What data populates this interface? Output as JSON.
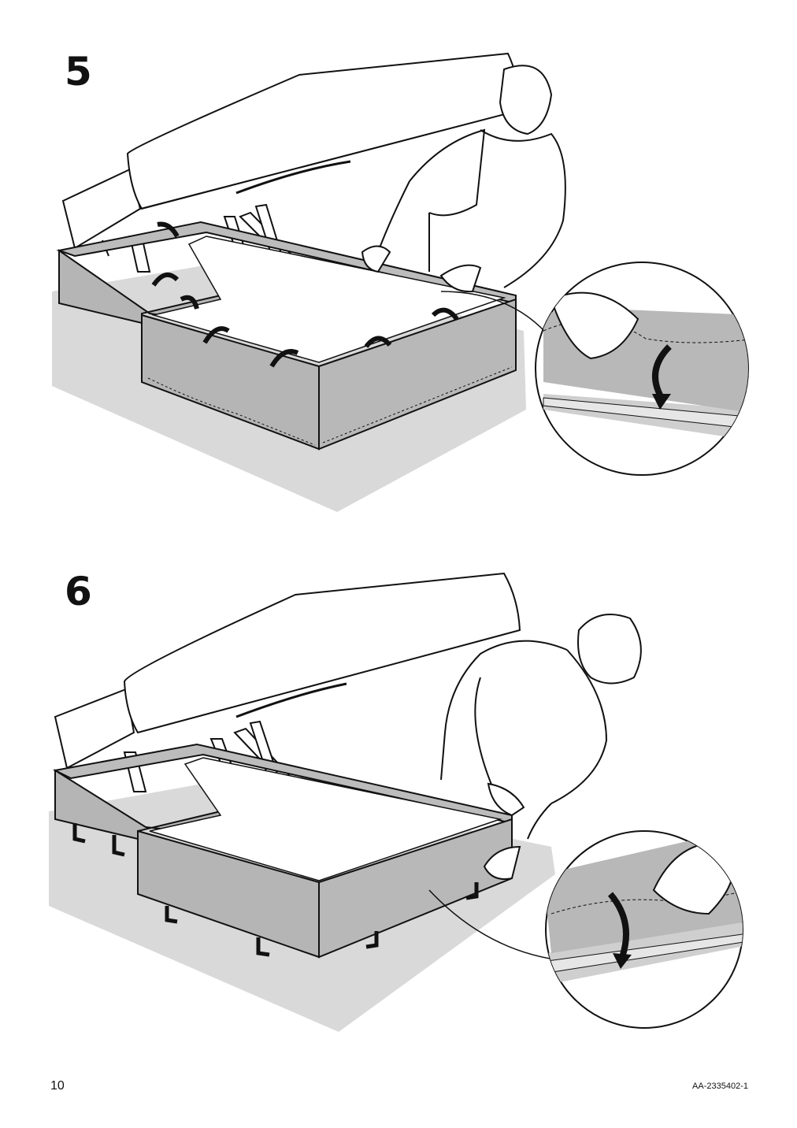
{
  "steps": [
    {
      "number": "5",
      "icons": [
        "sofa-bed-frame",
        "person-icon",
        "fabric-cover",
        "fold-arrow-icon",
        "zoom-circle"
      ]
    },
    {
      "number": "6",
      "icons": [
        "sofa-bed-frame",
        "person-icon",
        "fabric-cover",
        "fold-arrow-icon",
        "zoom-circle"
      ]
    }
  ],
  "footer": {
    "page_number": "10",
    "doc_code": "AA-2335402-1"
  },
  "colors": {
    "floor": "#d9d9d9",
    "fabric": "#b5b5b5",
    "line": "#111111"
  }
}
